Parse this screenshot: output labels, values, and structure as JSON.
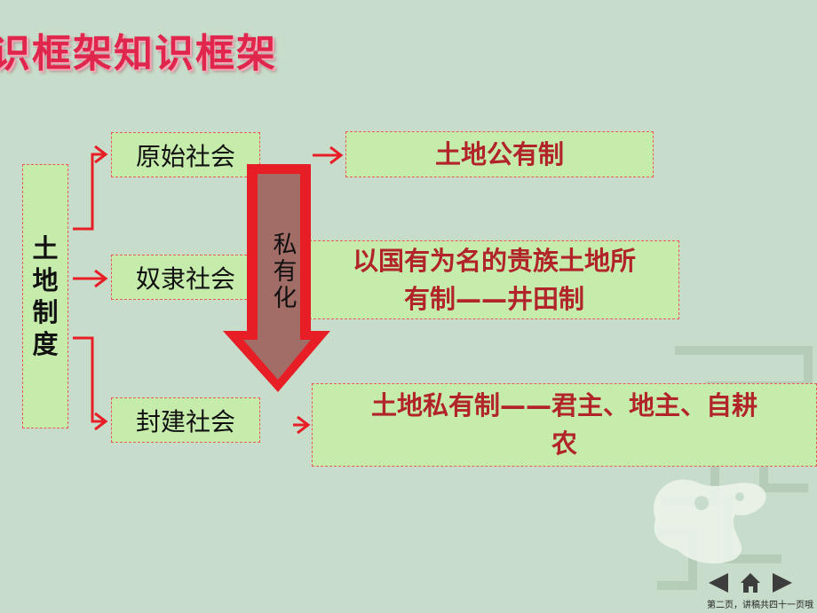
{
  "title": "识框架知识框架",
  "root": {
    "chars": [
      "土",
      "地",
      "制",
      "度"
    ]
  },
  "stages": [
    {
      "label": "原始社会"
    },
    {
      "label": "奴隶社会"
    },
    {
      "label": "封建社会"
    }
  ],
  "results": [
    {
      "line1": "土地公有制",
      "line2": ""
    },
    {
      "line1": "以国有为名的贵族土地所",
      "line2": "有制——井田制"
    },
    {
      "line1": "土地私有制——君主、地主、自耕",
      "line2": "农"
    }
  ],
  "transition_arrow": {
    "chars": [
      "私",
      "有",
      "化"
    ]
  },
  "colors": {
    "accent": "#e0264c",
    "box_fill": "#c6ecab",
    "box_border": "#e85a5a",
    "arrow_body": "#a26c67",
    "arrow_edge": "#e81e26"
  },
  "nav": {
    "prev_icon": "triangle-left-icon",
    "home_icon": "home-icon",
    "next_icon": "triangle-right-icon"
  },
  "footer": "第二页，讲稿共四十一页哦"
}
